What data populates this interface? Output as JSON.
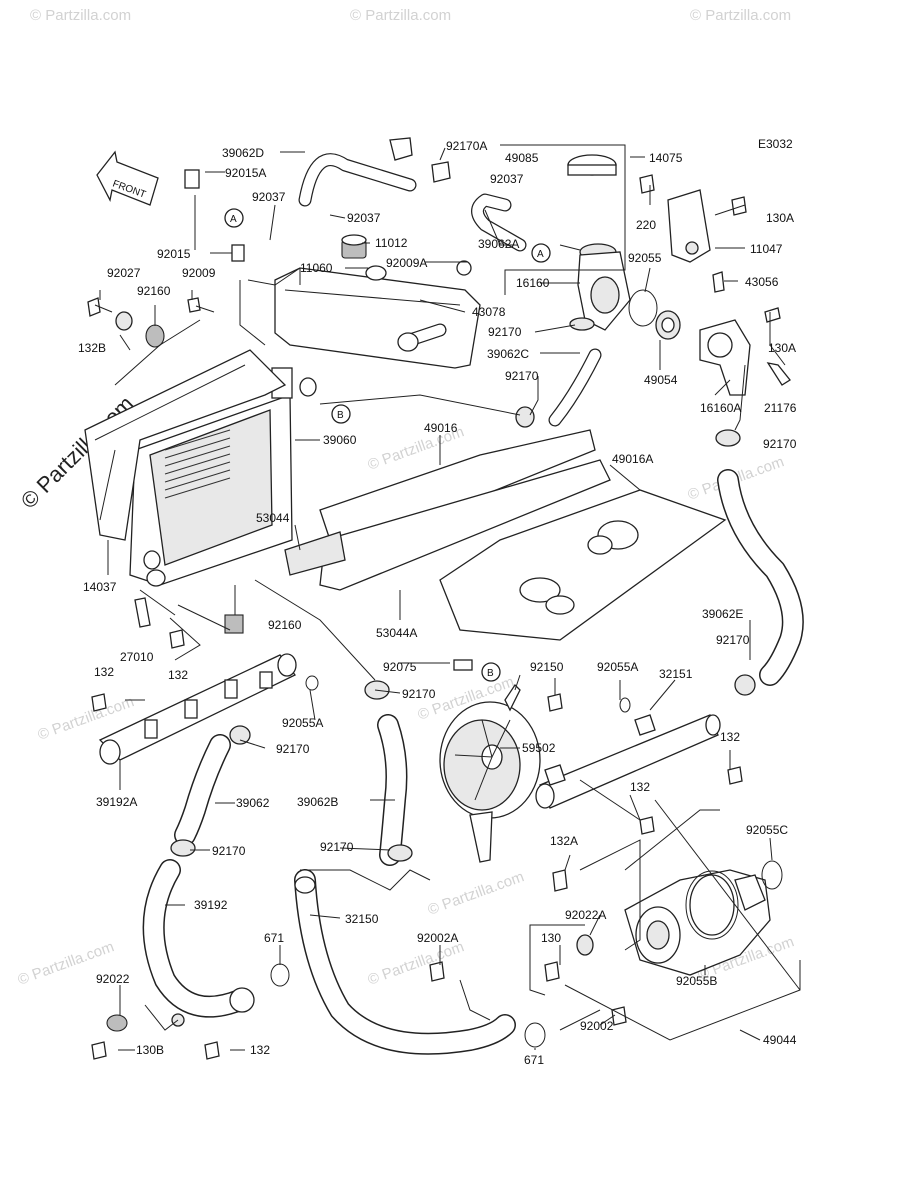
{
  "diagram": {
    "code": "E3032",
    "front_label": "FRONT",
    "watermark_main": "© Partzilla.com",
    "watermark_light": "© Partzilla.com",
    "callouts": {
      "a": "A",
      "b": "B"
    },
    "parts": [
      {
        "id": "39062D"
      },
      {
        "id": "92170A"
      },
      {
        "id": "92015A"
      },
      {
        "id": "92037"
      },
      {
        "id": "92037"
      },
      {
        "id": "92015"
      },
      {
        "id": "11012"
      },
      {
        "id": "11060"
      },
      {
        "id": "92009A"
      },
      {
        "id": "92027"
      },
      {
        "id": "92009"
      },
      {
        "id": "92160"
      },
      {
        "id": "132B"
      },
      {
        "id": "49085"
      },
      {
        "id": "14075"
      },
      {
        "id": "92037"
      },
      {
        "id": "39062A"
      },
      {
        "id": "16160"
      },
      {
        "id": "43078"
      },
      {
        "id": "92170"
      },
      {
        "id": "39062C"
      },
      {
        "id": "92170"
      },
      {
        "id": "220"
      },
      {
        "id": "130A"
      },
      {
        "id": "11047"
      },
      {
        "id": "92055"
      },
      {
        "id": "43056"
      },
      {
        "id": "130A"
      },
      {
        "id": "49054"
      },
      {
        "id": "16160A"
      },
      {
        "id": "21176"
      },
      {
        "id": "92170"
      },
      {
        "id": "39060"
      },
      {
        "id": "49016"
      },
      {
        "id": "49016A"
      },
      {
        "id": "53044"
      },
      {
        "id": "53044A"
      },
      {
        "id": "14037"
      },
      {
        "id": "27010"
      },
      {
        "id": "132"
      },
      {
        "id": "132"
      },
      {
        "id": "92160"
      },
      {
        "id": "39062E"
      },
      {
        "id": "92170"
      },
      {
        "id": "92075"
      },
      {
        "id": "92150"
      },
      {
        "id": "92055A"
      },
      {
        "id": "32151"
      },
      {
        "id": "92170"
      },
      {
        "id": "92055A"
      },
      {
        "id": "132"
      },
      {
        "id": "132"
      },
      {
        "id": "59502"
      },
      {
        "id": "92170"
      },
      {
        "id": "39192A"
      },
      {
        "id": "39062B"
      },
      {
        "id": "39062"
      },
      {
        "id": "92170"
      },
      {
        "id": "132A"
      },
      {
        "id": "92055C"
      },
      {
        "id": "92170"
      },
      {
        "id": "39192"
      },
      {
        "id": "32150"
      },
      {
        "id": "92022A"
      },
      {
        "id": "671"
      },
      {
        "id": "92002A"
      },
      {
        "id": "130"
      },
      {
        "id": "92055B"
      },
      {
        "id": "92022"
      },
      {
        "id": "92002"
      },
      {
        "id": "130B"
      },
      {
        "id": "132"
      },
      {
        "id": "671"
      },
      {
        "id": "49044"
      }
    ]
  }
}
